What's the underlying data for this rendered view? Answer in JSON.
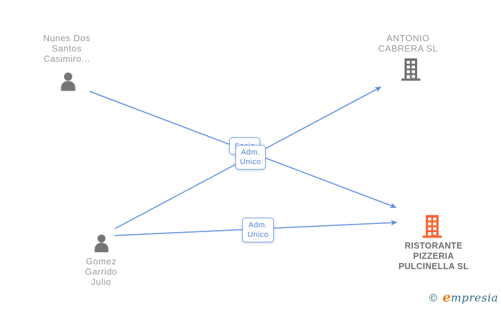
{
  "diagram": {
    "title_hint": "company-relations-graph",
    "colors": {
      "edge_blue": "#5b8cdf",
      "edge_label_blue": "#4a7fd0",
      "edge_box_border": "#7fa6db",
      "person_gray": "#757575",
      "company_gray": "#6f6f6f",
      "company_orange": "#f96332",
      "label_gray": "#999999",
      "label_dark_gray": "#6e6e6e",
      "brand_teal": "#2e6b80",
      "brand_orange": "#ef7d1a"
    },
    "nodes": [
      {
        "id": "nunes",
        "type": "person",
        "label": "Nunes Dos\nSantos\nCasimiro..."
      },
      {
        "id": "antonio",
        "type": "company",
        "label": "ANTONIO\nCABRERA SL"
      },
      {
        "id": "gomez",
        "type": "person",
        "label": "Gomez\nGarrido\nJulio"
      },
      {
        "id": "ristorante",
        "type": "company",
        "label": "RISTORANTE\nPIZZERIA\nPULCINELLA SL",
        "highlighted": true
      }
    ],
    "edges": [
      {
        "from": "nunes",
        "to": "ristorante",
        "label": "Socio"
      },
      {
        "from": "gomez",
        "to": "antonio",
        "label": "Adm.\nUnico"
      },
      {
        "from": "gomez",
        "to": "ristorante",
        "label": "Adm.\nUnico"
      }
    ],
    "watermark": {
      "copyright": "©",
      "brand_initial": "e",
      "brand_rest": "mpresia"
    }
  }
}
